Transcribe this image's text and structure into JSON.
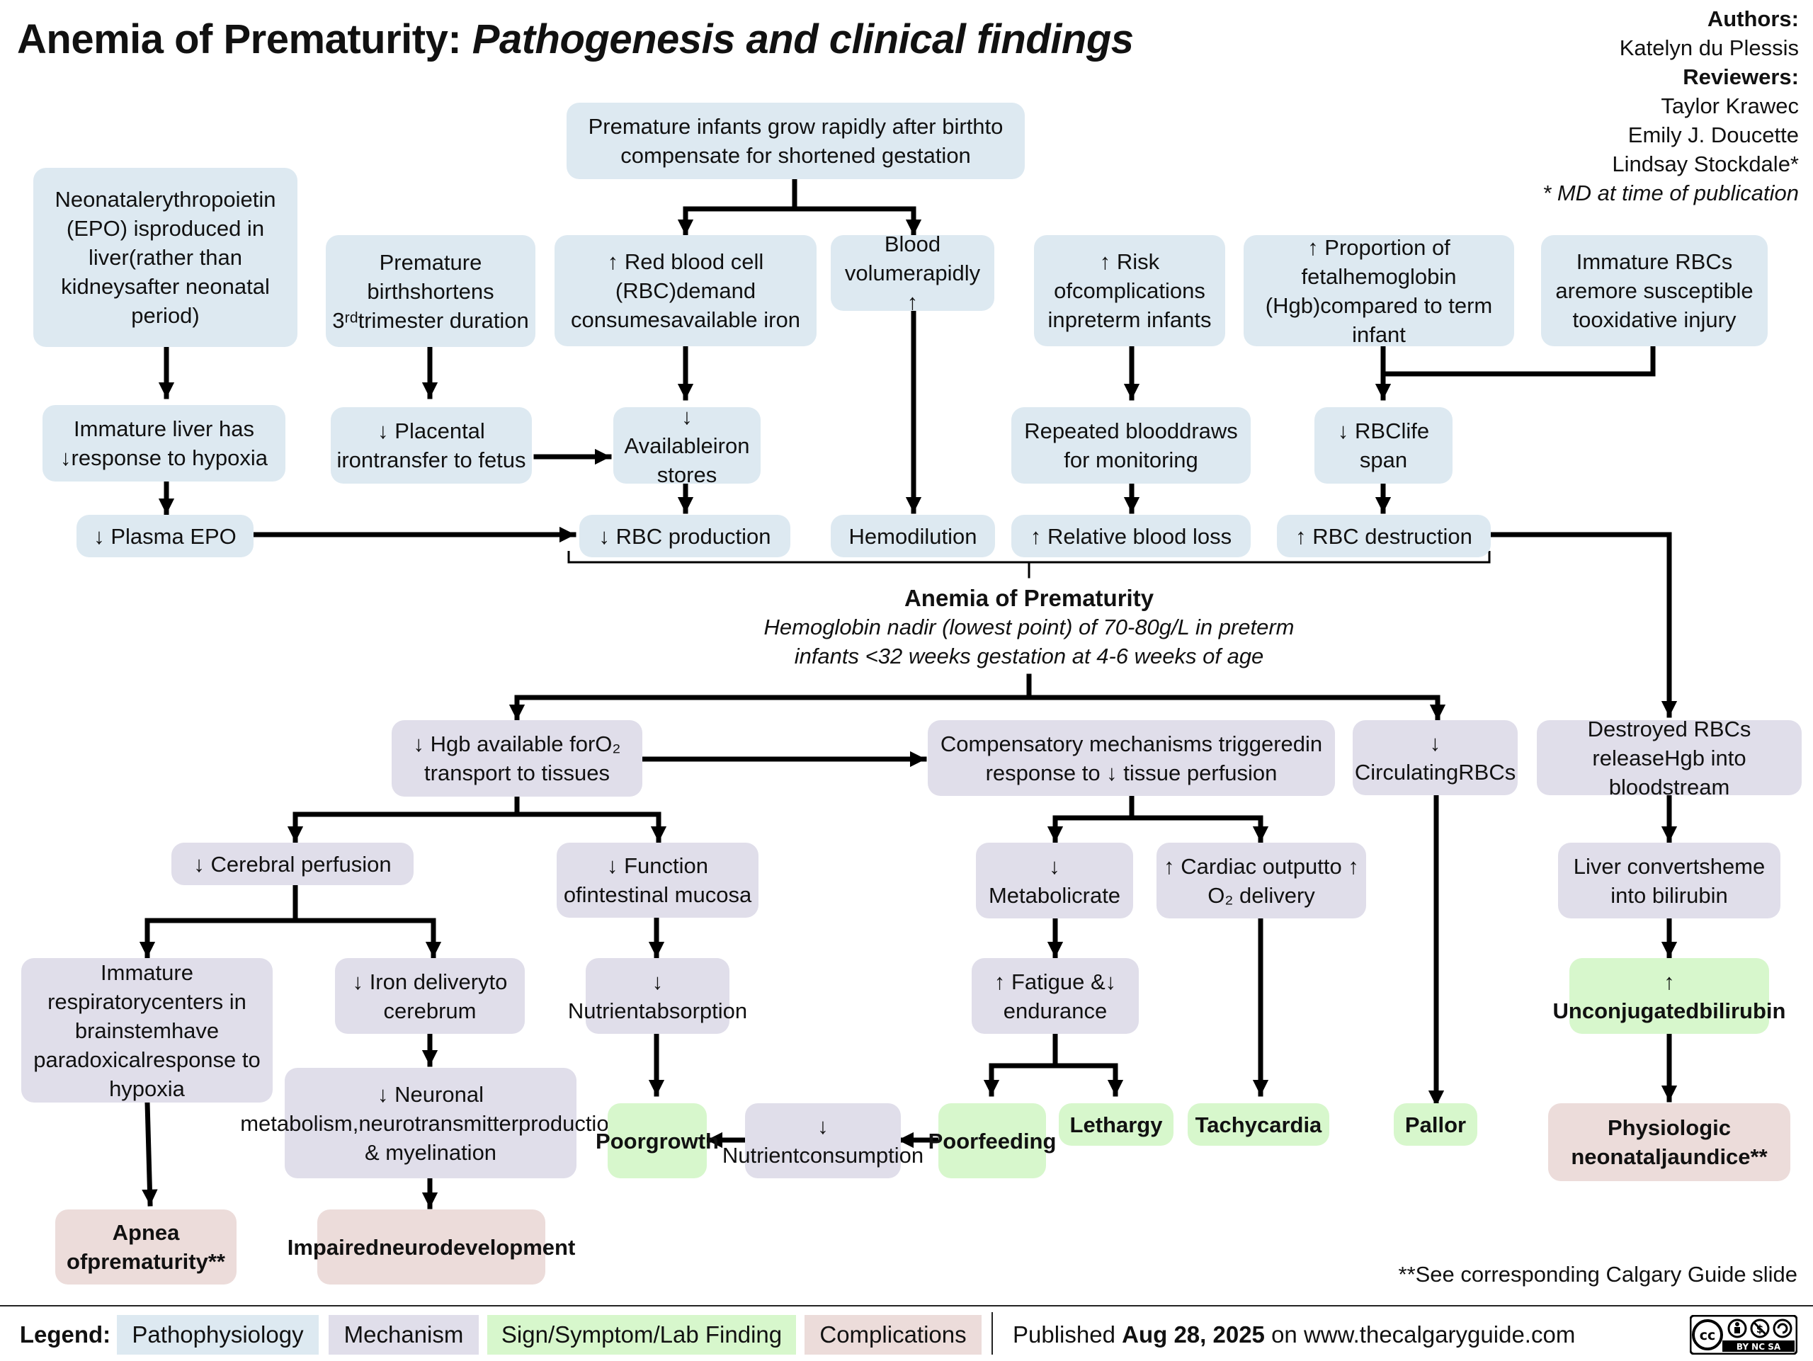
{
  "title": {
    "bold": "Anemia of Prematurity:",
    "italic": "Pathogenesis and clinical findings"
  },
  "authors": {
    "authors_label": "Authors:",
    "author1": "Katelyn du Plessis",
    "reviewers_label": "Reviewers:",
    "reviewer1": "Taylor Krawec",
    "reviewer2": "Emily J. Doucette",
    "reviewer3": "Lindsay Stockdale*",
    "note": "* MD at time of publication"
  },
  "boxes": {
    "epo_liver": [
      "Neonatal",
      "erythropoietin (EPO) is",
      "produced in liver",
      "(rather than kidneys",
      "after neonatal period)"
    ],
    "liver_hypoxia": [
      "Immature liver has ↓",
      "response to hypoxia"
    ],
    "plasma_epo": [
      "↓ Plasma EPO"
    ],
    "premature_birth": [
      "Premature birth",
      "shortens 3ʳᵈ",
      "trimester duration"
    ],
    "placental_iron": [
      "↓ Placental iron",
      "transfer to fetus"
    ],
    "grow_rapidly": [
      "Premature infants grow rapidly after birth",
      "to compensate for shortened gestation"
    ],
    "rbc_demand": [
      "↑ Red blood cell (RBC)",
      "demand consumes",
      "available iron"
    ],
    "available_iron": [
      "↓ Available",
      "iron stores"
    ],
    "rbc_production": [
      "↓ RBC production"
    ],
    "blood_volume": [
      "Blood volume",
      "rapidly ↑"
    ],
    "hemodilution": [
      "Hemodilution"
    ],
    "risk_complications": [
      "↑ Risk of",
      "complications in",
      "preterm infants"
    ],
    "blood_draws": [
      "Repeated blood",
      "draws for monitoring"
    ],
    "blood_loss": [
      "↑ Relative blood loss"
    ],
    "fetal_hgb": [
      "↑  Proportion of fetal",
      "hemoglobin (Hgb)",
      "compared to term infant"
    ],
    "immature_rbc": [
      "Immature RBCs are",
      "more susceptible to",
      "oxidative injury"
    ],
    "rbc_lifespan": [
      "↓ RBC",
      "life span"
    ],
    "rbc_destruction": [
      "↑ RBC destruction"
    ],
    "hgb_available": [
      "↓ Hgb available for",
      "O₂ transport to tissues"
    ],
    "compensatory": [
      "Compensatory mechanisms triggered",
      "in response to ↓ tissue perfusion"
    ],
    "circulating_rbcs": [
      "↓ Circulating",
      "RBCs"
    ],
    "destroyed_rbcs": [
      "Destroyed RBCs release",
      "Hgb into bloodstream"
    ],
    "cerebral_perfusion": [
      "↓ Cerebral perfusion"
    ],
    "intestinal_mucosa": [
      "↓ Function of",
      "intestinal mucosa"
    ],
    "metabolic_rate": [
      "↓ Metabolic",
      "rate"
    ],
    "cardiac_output": [
      "↑ Cardiac output",
      "to ↑ O₂ delivery"
    ],
    "liver_converts": [
      "Liver converts",
      "heme into bilirubin"
    ],
    "resp_centers": [
      "Immature respiratory",
      "centers in brainstem",
      "have paradoxical",
      "response to hypoxia"
    ],
    "iron_delivery": [
      "↓ Iron delivery",
      "to cerebrum"
    ],
    "nutrient_absorption": [
      "↓ Nutrient",
      "absorption"
    ],
    "fatigue": [
      "↑  Fatigue &",
      "↓ endurance"
    ],
    "unconj_bilirubin": [
      "↑ Unconjugated",
      "bilirubin"
    ],
    "neuronal_metabolism": [
      "↓ Neuronal metabolism,",
      "neurotransmitter",
      "production & myelination"
    ],
    "poor_growth": [
      "Poor",
      "growth"
    ],
    "nutrient_consumption": [
      "↓ Nutrient",
      "consumption"
    ],
    "poor_feeding": [
      "Poor",
      "feeding"
    ],
    "lethargy": [
      "Lethargy"
    ],
    "tachycardia": [
      "Tachycardia"
    ],
    "pallor": [
      "Pallor"
    ],
    "jaundice": [
      "Physiologic neonatal",
      "jaundice**"
    ],
    "apnea": [
      "Apnea of",
      "prematurity**"
    ],
    "impaired_neuro": [
      "Impaired",
      "neurodevelopment"
    ]
  },
  "hub": {
    "title": "Anemia of Prematurity",
    "line1": "Hemoglobin nadir (lowest point) of 70-80g/L in preterm",
    "line2": "infants <32 weeks gestation at 4-6 weeks of age"
  },
  "footnote": "**See corresponding Calgary Guide slide",
  "legend": {
    "title": "Legend:",
    "items": [
      "Pathophysiology",
      "Mechanism",
      "Sign/Symptom/Lab Finding",
      "Complications"
    ]
  },
  "published": {
    "prefix": "Published",
    "date": "Aug 28, 2025",
    "suffix": "on www.thecalgaryguide.com"
  },
  "license_badge": "BY NC SA",
  "colors": {
    "pathophysiology": "#dde9f1",
    "mechanism": "#e0deea",
    "sign_symptom": "#d7f7cc",
    "complications": "#ecdcda",
    "line": "#000000"
  }
}
